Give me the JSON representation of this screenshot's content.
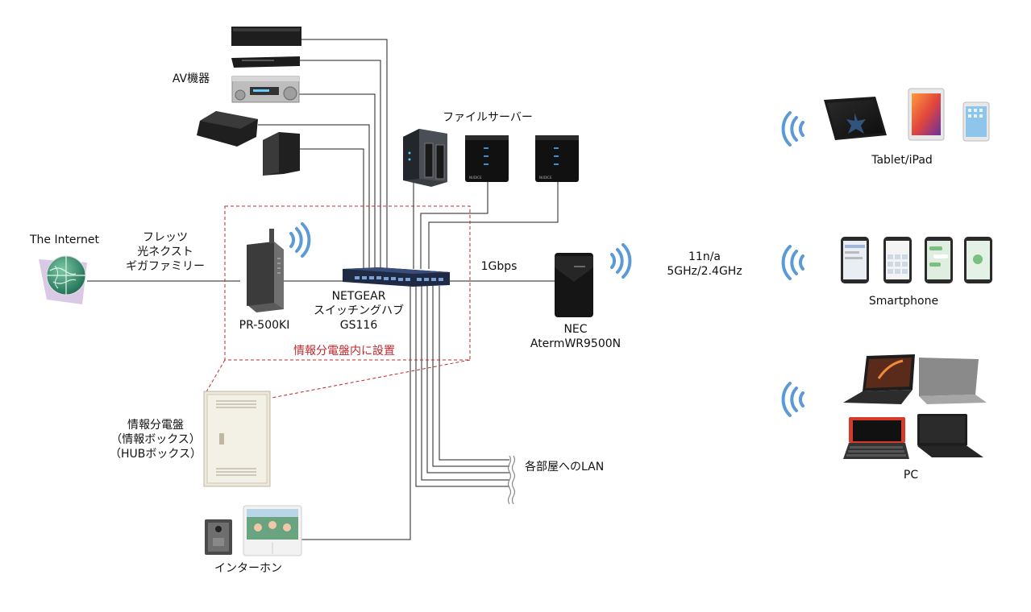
{
  "labels": {
    "internet": "The Internet",
    "flets": [
      "フレッツ",
      "光ネクスト",
      "ギガファミリー"
    ],
    "onu": "PR-500KI",
    "switch": [
      "NETGEAR",
      "スイッチングハブ",
      "GS116"
    ],
    "av": "AV機器",
    "file_server": "ファイルサーバー",
    "link_speed": "1Gbps",
    "router": [
      "NEC",
      "AtermWR9500N"
    ],
    "wireless_std": [
      "11n/a",
      "5GHz/2.4GHz"
    ],
    "install_note": "情報分電盤内に設置",
    "panel": [
      "情報分電盤",
      "（情報ボックス）",
      "（HUBボックス）"
    ],
    "room_lan": "各部屋へのLAN",
    "intercom": "インターホン",
    "tablet": "Tablet/iPad",
    "smartphone": "Smartphone",
    "pc": "PC",
    "nas_brand": "NUDICE"
  },
  "colors": {
    "line": "#222222",
    "dashed": "#c0282d",
    "wifi": "#5b9bd5",
    "device_dark": "#2a2a2a",
    "panel_beige": "#ece8da"
  }
}
